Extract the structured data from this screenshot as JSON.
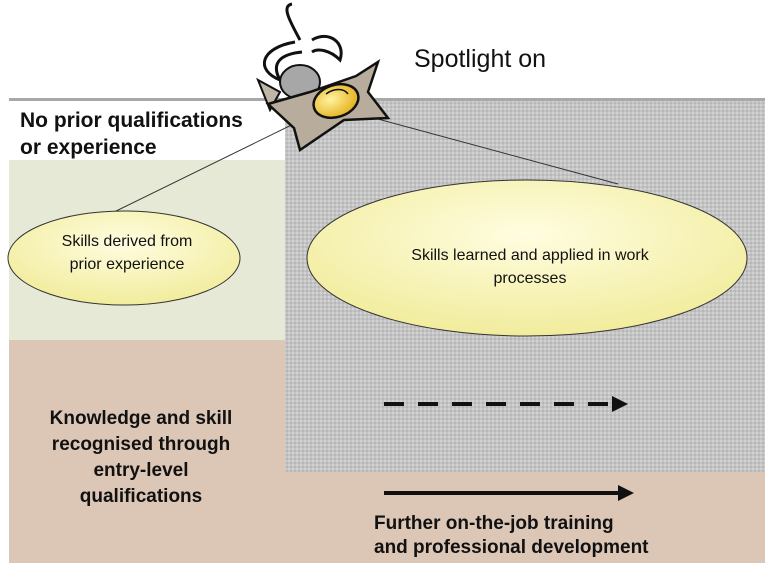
{
  "diagram": {
    "title": "Spotlight on",
    "top_left_label": [
      "No prior qualifications",
      "or experience"
    ],
    "small_ellipse_label": [
      "Skills derived from",
      "prior experience"
    ],
    "large_ellipse_label": [
      "Skills learned and applied in work",
      "processes"
    ],
    "bottom_left_label": [
      "Knowledge and skill",
      "recognised through",
      "entry-level",
      "qualifications"
    ],
    "bottom_right_label": [
      "Further on-the-job training",
      "and professional development"
    ],
    "icons": {
      "spotlight": "spotlight-icon",
      "dashed_arrow": "dashed-arrow-right-icon",
      "solid_arrow": "solid-arrow-right-icon"
    },
    "colors": {
      "left_panel": "#e8ead8",
      "bottom_panel": "#ddc8b8",
      "gray_area": "#c8c8c8",
      "ellipse_fill": "#f7f4b2",
      "spotlight_lens": "#f0c93a",
      "spotlight_body": "#b5aa9a"
    }
  }
}
